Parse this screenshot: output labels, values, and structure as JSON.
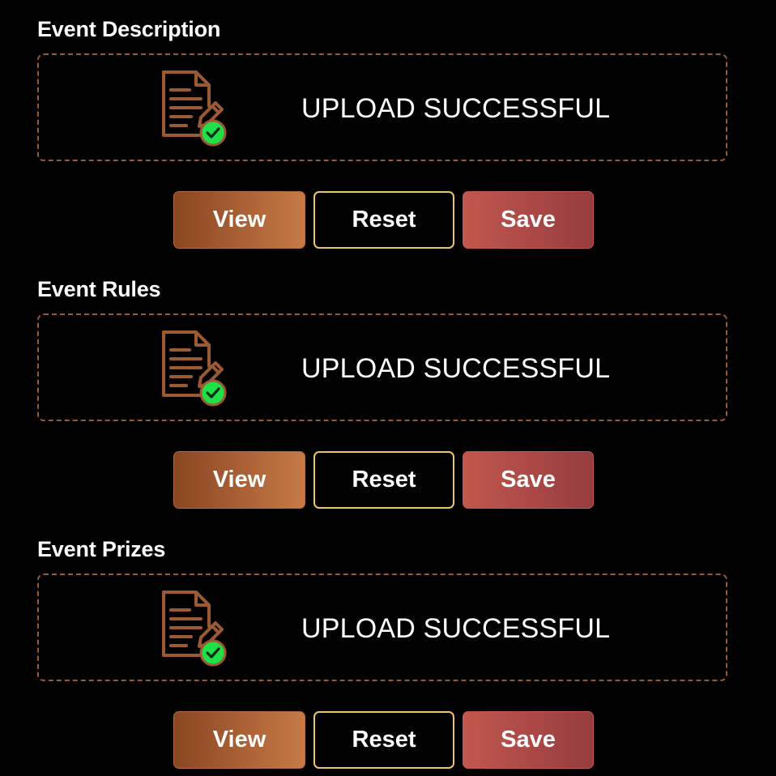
{
  "colors": {
    "background": "#000000",
    "dashed_border": "#9b5a33",
    "icon_stroke": "#9c5a33",
    "check_fill": "#1ee14a",
    "view_gradient": [
      "#8a4522",
      "#c77a47"
    ],
    "reset_border": "#ecc46c",
    "save_gradient": [
      "#c1574e",
      "#963b3f"
    ]
  },
  "icons": {
    "upload_document": "document-edit-icon",
    "success_badge": "check-circle-icon"
  },
  "sections": [
    {
      "title": "Event Description",
      "status": "UPLOAD SUCCESSFUL",
      "view_label": "View",
      "reset_label": "Reset",
      "save_label": "Save"
    },
    {
      "title": "Event Rules",
      "status": "UPLOAD SUCCESSFUL",
      "view_label": "View",
      "reset_label": "Reset",
      "save_label": "Save"
    },
    {
      "title": "Event Prizes",
      "status": "UPLOAD SUCCESSFUL",
      "view_label": "View",
      "reset_label": "Reset",
      "save_label": "Save"
    }
  ]
}
